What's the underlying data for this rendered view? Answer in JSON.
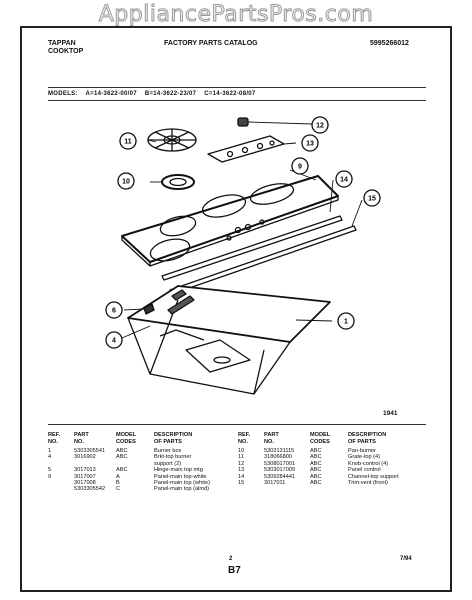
{
  "watermark": "AppliancePartsPros.com",
  "header": {
    "brand": "TAPPAN",
    "product": "COOKTOP",
    "catalog_title": "FACTORY PARTS CATALOG",
    "catalog_number": "5995266012"
  },
  "models": {
    "label": "MODELS:",
    "a": "A=14-3622-00/07",
    "b": "B=14-3622-23/07",
    "c": "C=14-3622-08/07"
  },
  "figure_number": "1941",
  "callouts": [
    "1",
    "4",
    "6",
    "9",
    "10",
    "11",
    "12",
    "13",
    "14",
    "15"
  ],
  "table_headers": {
    "ref_no": [
      "REF.",
      "NO."
    ],
    "part_no": [
      "PART",
      "NO."
    ],
    "model_codes": [
      "MODEL",
      "CODES"
    ],
    "description": [
      "DESCRIPTION",
      "OF PARTS"
    ]
  },
  "parts_left": [
    {
      "ref": "1",
      "part": "5303305541",
      "codes": "ABC",
      "desc": "Burner box"
    },
    {
      "ref": "4",
      "part": "3016902",
      "codes": "ABC",
      "desc": "Brkt-top burner"
    },
    {
      "ref": "",
      "part": "",
      "codes": "",
      "desc": "support (2)"
    },
    {
      "ref": "5",
      "part": "3017013",
      "codes": "ABC",
      "desc": "Hinge-main top mtg"
    },
    {
      "ref": "9",
      "part": "3017007",
      "codes": "A",
      "desc": "Panel-main top-white"
    },
    {
      "ref": "",
      "part": "3017008",
      "codes": "B",
      "desc": "Panel-main top (white)"
    },
    {
      "ref": "",
      "part": "5303305542",
      "codes": "C",
      "desc": "Panel-main top (almd)"
    }
  ],
  "parts_right": [
    {
      "ref": "10",
      "part": "5303131115",
      "codes": "ABC",
      "desc": "Pan-burner"
    },
    {
      "ref": "11",
      "part": "318066800",
      "codes": "ABC",
      "desc": "Grate-top (4)"
    },
    {
      "ref": "12",
      "part": "5308017001",
      "codes": "ABC",
      "desc": "Knob-control (4)"
    },
    {
      "ref": "13",
      "part": "5303017009",
      "codes": "ABC",
      "desc": "Panel control"
    },
    {
      "ref": "14",
      "part": "5309284441",
      "codes": "ABC",
      "desc": "Channel-top support"
    },
    {
      "ref": "15",
      "part": "3017011",
      "codes": "ABC",
      "desc": "Trim-vent (front)"
    }
  ],
  "footer": {
    "page_small": "2",
    "page_main": "B7",
    "date": "7/94"
  }
}
